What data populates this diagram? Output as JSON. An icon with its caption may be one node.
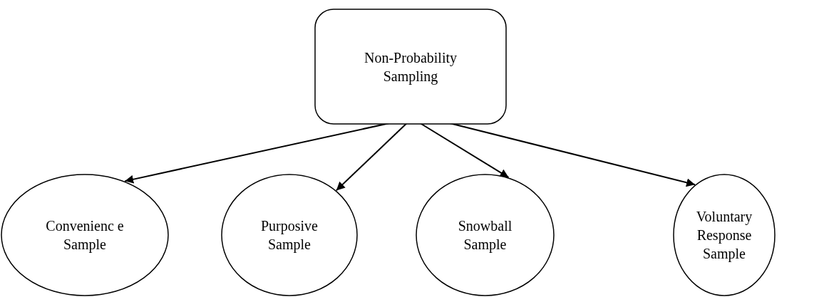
{
  "diagram": {
    "nodes": [
      {
        "text": [
          "Non-Probability Sampling"
        ]
      },
      {
        "text": [
          "Convenienc e Sample"
        ]
      },
      {
        "text": [
          "Purposive Sample"
        ]
      },
      {
        "text": [
          "Snowball Sample"
        ]
      },
      {
        "text": [
          "Voluntary Response Sample"
        ]
      }
    ],
    "edges": [
      {
        "from": 0,
        "to": 1,
        "arrow": "to"
      },
      {
        "from": 0,
        "to": 2,
        "arrow": "to"
      },
      {
        "from": 0,
        "to": 3,
        "arrow": "to"
      },
      {
        "from": 0,
        "to": 4,
        "arrow": "to"
      }
    ]
  }
}
